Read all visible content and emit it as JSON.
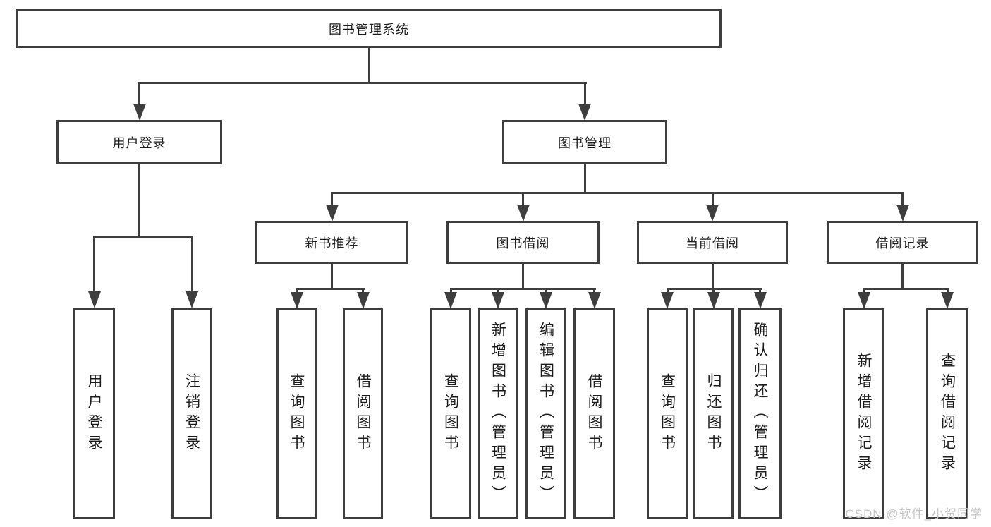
{
  "tree": {
    "label": "图书管理系统",
    "children": [
      {
        "label": "用户登录",
        "children": [
          {
            "label": "用户登录"
          },
          {
            "label": "注销登录"
          }
        ]
      },
      {
        "label": "图书管理",
        "children": [
          {
            "label": "新书推荐",
            "children": [
              {
                "label": "查询图书"
              },
              {
                "label": "借阅图书"
              }
            ]
          },
          {
            "label": "图书借阅",
            "children": [
              {
                "label": "查询图书"
              },
              {
                "label": "新增图书（管理员）"
              },
              {
                "label": "编辑图书（管理员）"
              },
              {
                "label": "借阅图书"
              }
            ]
          },
          {
            "label": "当前借阅",
            "children": [
              {
                "label": "查询图书"
              },
              {
                "label": "归还图书"
              },
              {
                "label": "确认归还（管理员）"
              }
            ]
          },
          {
            "label": "借阅记录",
            "children": [
              {
                "label": "新增借阅记录"
              },
              {
                "label": "查询借阅记录"
              }
            ]
          }
        ]
      }
    ]
  },
  "watermark": "CSDN @软件_小贺同学",
  "colors": {
    "line": "#3e3e3e",
    "text": "#1c1c1c",
    "watermark": "#c5c5c5",
    "background": "#ffffff"
  }
}
